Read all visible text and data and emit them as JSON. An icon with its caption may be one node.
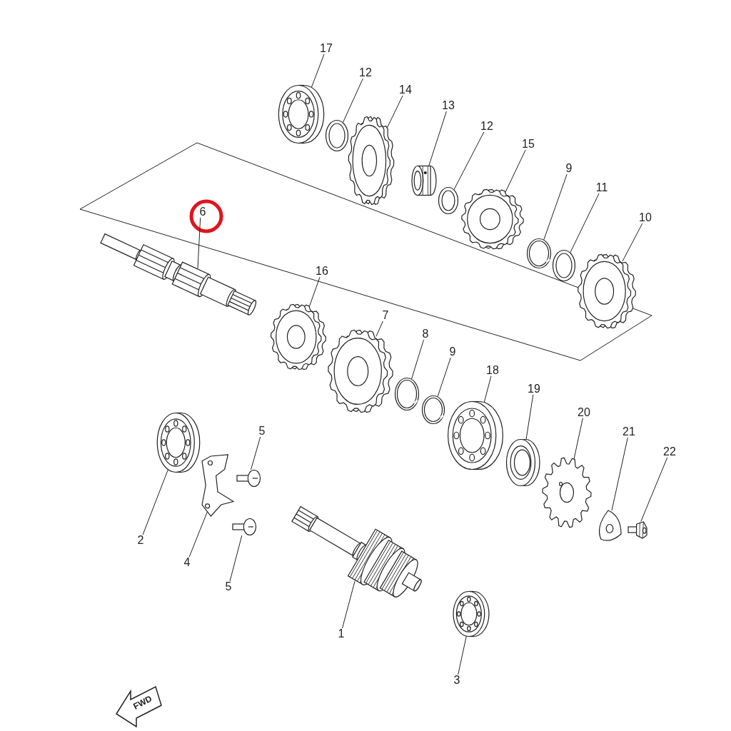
{
  "diagram": {
    "nodes": [
      {
        "text": [
          "17"
        ]
      },
      {
        "text": [],
        "shape": "picture"
      },
      {
        "text": [
          "12"
        ]
      },
      {
        "text": [],
        "shape": "picture"
      },
      {
        "text": [
          "14"
        ]
      },
      {
        "text": [],
        "shape": "picture"
      },
      {
        "text": [
          "13"
        ]
      },
      {
        "text": [],
        "shape": "picture"
      },
      {
        "text": [
          "12"
        ]
      },
      {
        "text": [],
        "shape": "picture"
      },
      {
        "text": [
          "15"
        ]
      },
      {
        "text": [],
        "shape": "picture"
      },
      {
        "text": [
          "9"
        ]
      },
      {
        "text": [],
        "shape": "picture"
      },
      {
        "text": [
          "11"
        ]
      },
      {
        "text": [],
        "shape": "picture"
      },
      {
        "text": [
          "6"
        ]
      },
      {
        "text": [],
        "shape": "picture"
      },
      {
        "text": [
          "10"
        ]
      },
      {
        "text": [],
        "shape": "picture"
      },
      {
        "text": [
          "16"
        ]
      },
      {
        "text": [],
        "shape": "picture"
      },
      {
        "text": [
          "7"
        ]
      },
      {
        "text": [],
        "shape": "picture"
      },
      {
        "text": [
          "8"
        ]
      },
      {
        "text": [],
        "shape": "picture"
      },
      {
        "text": [
          "9"
        ]
      },
      {
        "text": [],
        "shape": "picture"
      },
      {
        "text": [
          "18"
        ]
      },
      {
        "text": [],
        "shape": "picture"
      },
      {
        "text": [
          "19"
        ]
      },
      {
        "text": [],
        "shape": "picture"
      },
      {
        "text": [
          "20"
        ]
      },
      {
        "text": [],
        "shape": "picture"
      },
      {
        "text": [
          "5"
        ]
      },
      {
        "text": [],
        "shape": "picture"
      },
      {
        "text": [
          "21"
        ]
      },
      {
        "text": [],
        "shape": "picture"
      },
      {
        "text": [
          "22"
        ]
      },
      {
        "text": [],
        "shape": "picture"
      },
      {
        "text": [
          "2"
        ]
      },
      {
        "text": [],
        "shape": "picture"
      },
      {
        "text": [
          "4"
        ]
      },
      {
        "text": [],
        "shape": "picture"
      },
      {
        "text": [
          "5"
        ]
      },
      {
        "text": [],
        "shape": "picture"
      },
      {
        "text": [
          "1"
        ]
      },
      {
        "text": [],
        "shape": "picture"
      },
      {
        "text": [
          "3"
        ]
      },
      {
        "text": [],
        "shape": "picture"
      }
    ],
    "edges": [
      {
        "from": 0,
        "to": 1,
        "arrow": "none"
      },
      {
        "from": 2,
        "to": 3,
        "arrow": "none"
      },
      {
        "from": 4,
        "to": 5,
        "arrow": "none"
      },
      {
        "from": 6,
        "to": 7,
        "arrow": "none"
      },
      {
        "from": 8,
        "to": 9,
        "arrow": "none"
      },
      {
        "from": 10,
        "to": 11,
        "arrow": "none"
      },
      {
        "from": 12,
        "to": 13,
        "arrow": "none"
      },
      {
        "from": 14,
        "to": 15,
        "arrow": "none"
      },
      {
        "from": 16,
        "to": 17,
        "arrow": "none"
      },
      {
        "from": 18,
        "to": 19,
        "arrow": "none"
      },
      {
        "from": 20,
        "to": 21,
        "arrow": "none"
      },
      {
        "from": 22,
        "to": 23,
        "arrow": "none"
      },
      {
        "from": 24,
        "to": 25,
        "arrow": "none"
      },
      {
        "from": 26,
        "to": 27,
        "arrow": "none"
      },
      {
        "from": 28,
        "to": 29,
        "arrow": "none"
      },
      {
        "from": 30,
        "to": 31,
        "arrow": "none"
      },
      {
        "from": 32,
        "to": 33,
        "arrow": "none"
      },
      {
        "from": 34,
        "to": 35,
        "arrow": "none"
      },
      {
        "from": 36,
        "to": 37,
        "arrow": "none"
      },
      {
        "from": 38,
        "to": 39,
        "arrow": "none"
      },
      {
        "from": 40,
        "to": 41,
        "arrow": "none"
      },
      {
        "from": 42,
        "to": 43,
        "arrow": "none"
      },
      {
        "from": 44,
        "to": 45,
        "arrow": "none"
      },
      {
        "from": 46,
        "to": 47,
        "arrow": "none"
      },
      {
        "from": 48,
        "to": 49,
        "arrow": "none"
      }
    ],
    "labels": [
      "FWD"
    ]
  }
}
